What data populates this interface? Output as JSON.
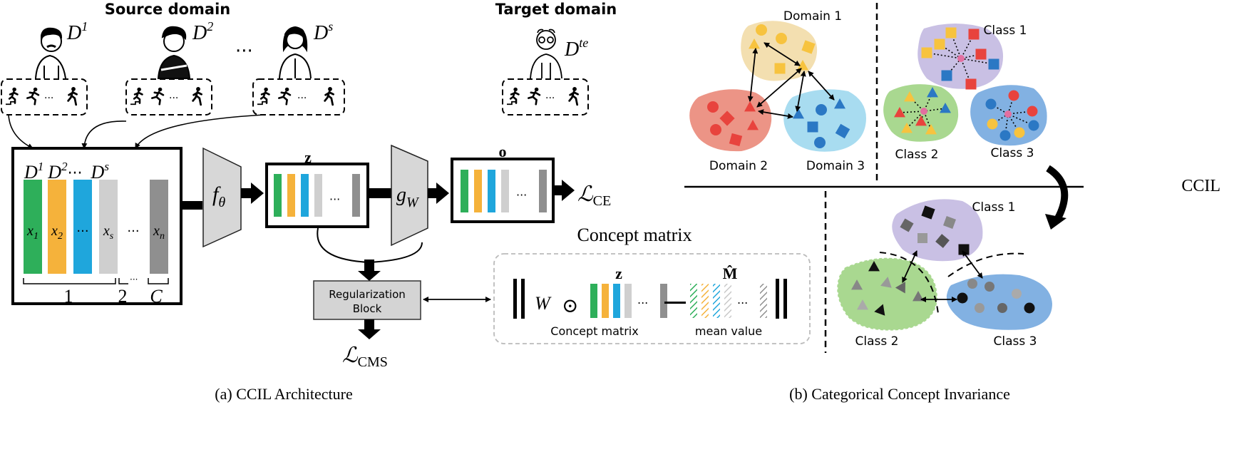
{
  "left": {
    "source_domain_label": "Source domain",
    "target_domain_label": "Target domain",
    "domains": [
      {
        "base": "D",
        "sup": "1"
      },
      {
        "base": "D",
        "sup": "2"
      },
      {
        "base": "D",
        "sup": "s"
      }
    ],
    "target_domain": {
      "base": "D",
      "sup": "te"
    },
    "ellipsis": "···",
    "activity_ellipsis": "···",
    "input_header": {
      "d1": "D",
      "d1_sup": "1",
      "d2": "D",
      "d2_sup": "2",
      "dots": "···",
      "ds": "D",
      "ds_sup": "s"
    },
    "features": [
      {
        "label": "x",
        "sub": "1",
        "color": "#2eaf5a"
      },
      {
        "label": "x",
        "sub": "2",
        "color": "#f5b23b"
      },
      {
        "label": "···",
        "sub": "",
        "color": "#1fa6dc"
      },
      {
        "label": "x",
        "sub": "s",
        "color": "#cfcfcf"
      },
      {
        "label": "···",
        "sub": "",
        "color": "none"
      },
      {
        "label": "x",
        "sub": "n",
        "color": "#8f8f8f"
      }
    ],
    "groups": [
      "1",
      "2",
      "C"
    ],
    "group_dots": "···",
    "encoder": {
      "base": "f",
      "sub": "θ"
    },
    "classifier": {
      "base": "g",
      "sub": "W"
    },
    "z_label": "z",
    "o_label": "o",
    "vector_dots": "···",
    "loss_ce": {
      "base": "ℒ",
      "sub": "CE"
    },
    "loss_cms": {
      "base": "ℒ",
      "sub": "CMS"
    },
    "reg_block": [
      "Regularization",
      "Block"
    ],
    "concept_title": "Concept matrix",
    "concept_w": "W",
    "concept_odot": "⊙",
    "concept_z": "z",
    "concept_m": "M̂",
    "concept_matrix_caption": "Concept matrix",
    "mean_value_caption": "mean value",
    "caption": "(a) CCIL Architecture"
  },
  "right": {
    "domain1": "Domain 1",
    "domain2": "Domain 2",
    "domain3": "Domain 3",
    "class1": "Class 1",
    "class2": "Class 2",
    "class3": "Class 3",
    "class1b": "Class 1",
    "class2b": "Class 2",
    "class3b": "Class 3",
    "ccil": "CCIL",
    "caption": "(b) Categorical Concept Invariance"
  },
  "colors": {
    "green": "#2eaf5a",
    "orange": "#f5b23b",
    "blue": "#1fa6dc",
    "light_gray": "#cfcfcf",
    "dark_gray": "#8f8f8f",
    "domain1_blob": "#f3dfb0",
    "domain2_blob": "#ec9486",
    "domain3_blob": "#a8dcf0",
    "class1_blob": "#c9c0e4",
    "class2_blob": "#a9d890",
    "class3_blob": "#82b1e2",
    "red_marker": "#e8433d",
    "yellow_marker": "#f7c33f",
    "blue_marker": "#2b78c4"
  }
}
